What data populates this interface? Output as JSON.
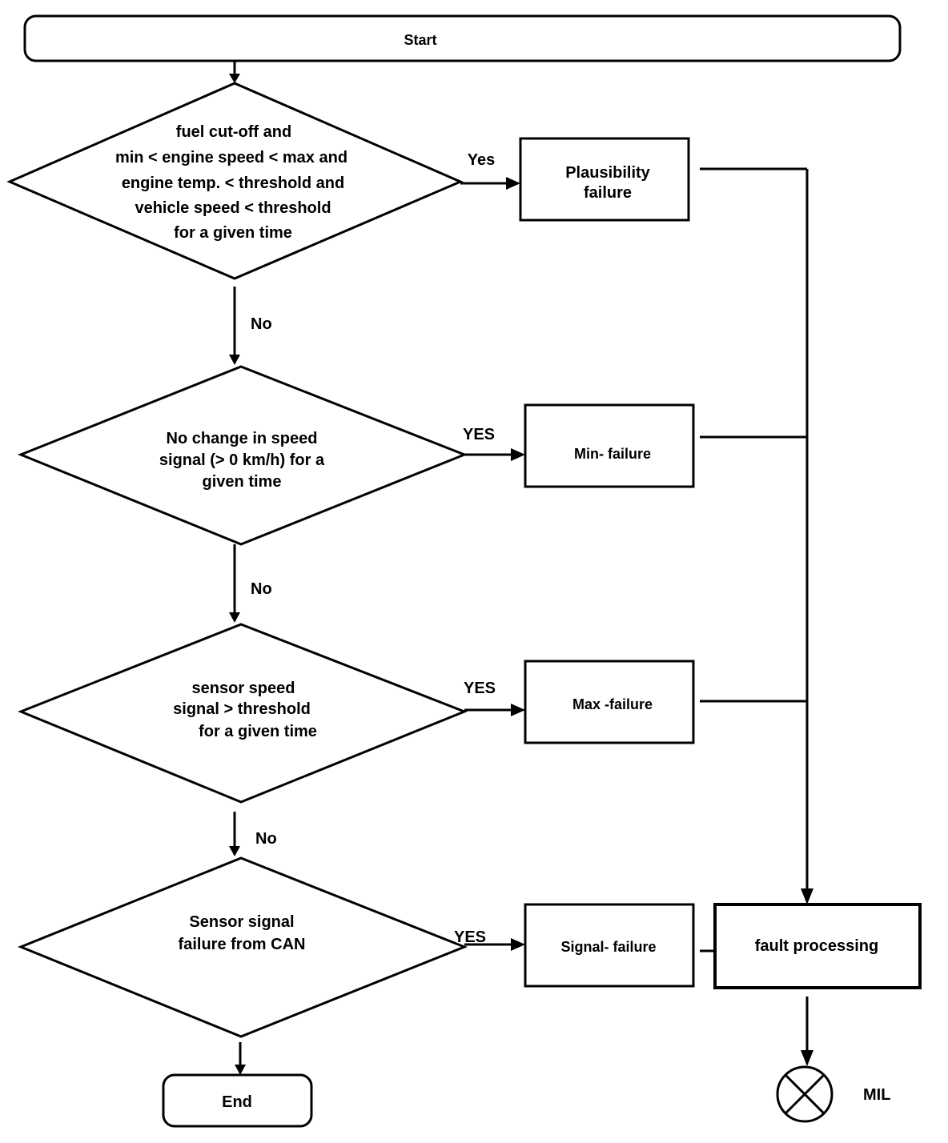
{
  "nodes": {
    "start": "Start",
    "decision1": [
      "fuel cut-off and",
      "min < engine speed < max and",
      "engine temp. < threshold and",
      "vehicle speed < threshold",
      "for a given time"
    ],
    "decision2": [
      "No change in speed",
      "signal (> 0 km/h) for a",
      "given time"
    ],
    "decision3": [
      "sensor speed",
      "signal  > threshold",
      "for a given time"
    ],
    "decision4": [
      "Sensor signal",
      "failure from CAN"
    ],
    "plausibility": [
      "Plausibility",
      "failure"
    ],
    "min_failure": "Min- failure",
    "max_failure": "Max -failure",
    "signal_failure": "Signal- failure",
    "fault_processing": "fault processing",
    "end": "End",
    "mil": "MIL"
  },
  "edges": {
    "yes1": "Yes",
    "yes2": "YES",
    "yes3": "YES",
    "yes4": "YES",
    "no1": "No",
    "no2": "No",
    "no3": "No"
  },
  "colors": {
    "stroke": "#000000",
    "fill": "#ffffff"
  },
  "icons": {
    "mil": "crossed-circle-lamp-icon"
  }
}
